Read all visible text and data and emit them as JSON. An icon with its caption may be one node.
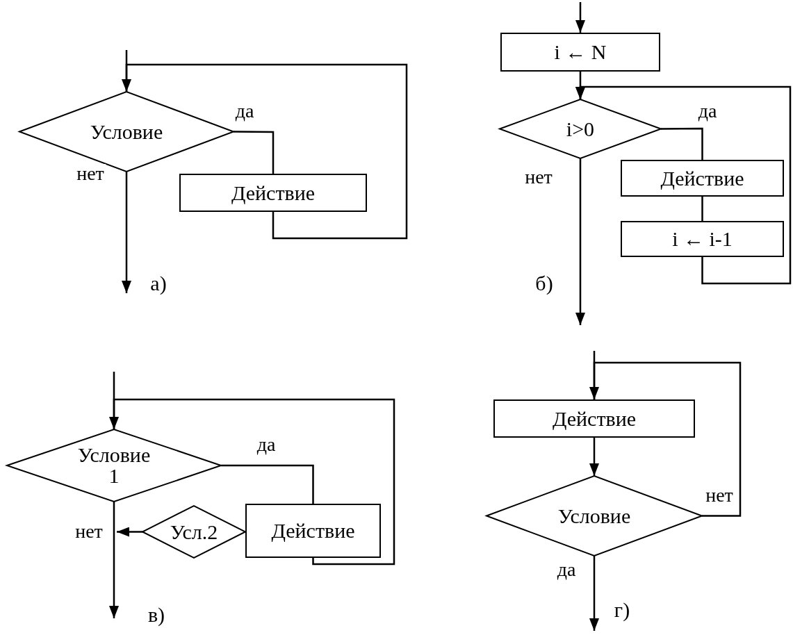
{
  "diagram": {
    "nodes": [
      {
        "text": [
          "Условие"
        ]
      },
      {
        "text": [
          "Действие"
        ]
      },
      {
        "text": [
          "i ← N"
        ]
      },
      {
        "text": [
          "i>0"
        ]
      },
      {
        "text": [
          "Действие"
        ]
      },
      {
        "text": [
          "i ← i-1"
        ]
      },
      {
        "text": [
          "Условие 1"
        ]
      },
      {
        "text": [
          "Действие"
        ]
      },
      {
        "text": [
          "Усл.2"
        ]
      },
      {
        "text": [
          "Действие"
        ]
      },
      {
        "text": [
          "Условие"
        ]
      }
    ],
    "edges": [
      {
        "from": null,
        "to": 0,
        "arrow": "none"
      },
      {
        "from": 0,
        "to": 1,
        "arrow": "none",
        "label": "да"
      },
      {
        "from": 1,
        "to": 0,
        "arrow": "to"
      },
      {
        "from": 0,
        "to": null,
        "arrow": "to",
        "label": "нет"
      },
      {
        "from": null,
        "to": 2,
        "arrow": "to"
      },
      {
        "from": 2,
        "to": 3,
        "arrow": "to"
      },
      {
        "from": 3,
        "to": 4,
        "arrow": "none",
        "label": "да"
      },
      {
        "from": 4,
        "to": 5,
        "arrow": "none"
      },
      {
        "from": 5,
        "to": 3,
        "arrow": "to"
      },
      {
        "from": 3,
        "to": null,
        "arrow": "to",
        "label": "нет"
      },
      {
        "from": null,
        "to": 6,
        "arrow": "none"
      },
      {
        "from": 6,
        "to": 7,
        "arrow": "none",
        "label": "да"
      },
      {
        "from": 7,
        "to": 6,
        "arrow": "to"
      },
      {
        "from": 8,
        "to": null,
        "arrow": "to"
      },
      {
        "from": 6,
        "to": null,
        "arrow": "to",
        "label": "нет"
      },
      {
        "from": null,
        "to": 9,
        "arrow": "none"
      },
      {
        "from": 9,
        "to": 10,
        "arrow": "to"
      },
      {
        "from": 10,
        "to": 9,
        "arrow": "to",
        "label": "нет"
      },
      {
        "from": 10,
        "to": null,
        "arrow": "to",
        "label": "да"
      }
    ],
    "labels": [
      "а)",
      "б)",
      "в)",
      "г)"
    ]
  }
}
